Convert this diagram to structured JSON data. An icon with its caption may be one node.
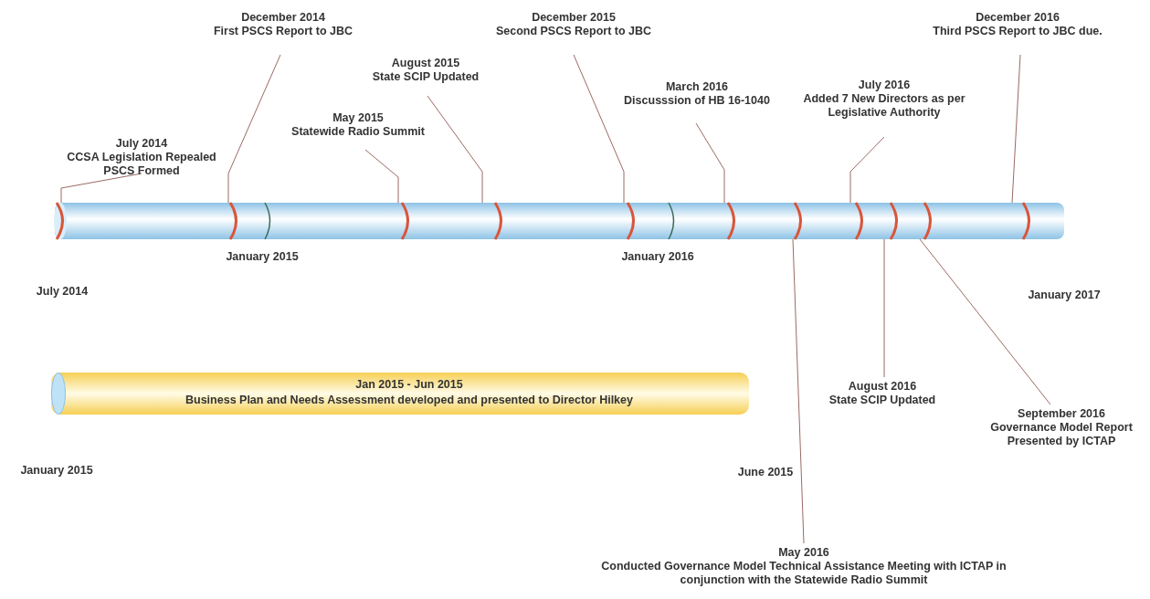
{
  "diagram": {
    "nodes": [
      {
        "text": [
          "July 2014",
          "CCSA Legislation Repealed PSCS Formed"
        ]
      },
      {
        "text": [
          "December 2014",
          "First PSCS Report to JBC"
        ]
      },
      {
        "text": [
          "December 2015",
          "Second PSCS Report to JBC"
        ]
      },
      {
        "text": [
          "December 2016",
          "Third PSCS Report to JBC due."
        ]
      },
      {
        "text": [
          "August 2015",
          "State SCIP Updated"
        ]
      },
      {
        "text": [
          "July 2016",
          "Added 7 New Directors as per Legislative Authority"
        ]
      },
      {
        "text": [
          "March 2016",
          "Discusssion of HB 16-1040"
        ]
      },
      {
        "text": [
          "May 2015",
          "Statewide Radio Summit"
        ]
      },
      {
        "text": [
          "Jan 2015 - Jun 2015",
          "Business Plan and Needs Assessment developed and presented to Director Hilkey"
        ]
      },
      {
        "text": [
          "August 2016",
          "State SCIP Updated"
        ]
      },
      {
        "text": [
          "September 2016",
          "Governance Model Report Presented by ICTAP"
        ]
      },
      {
        "text": [
          "May 2016",
          "Conducted Governance Model Technical Assistance Meeting with ICTAP in conjunction with the Statewide Radio Summit"
        ]
      }
    ],
    "edges": [
      {
        "from": 0,
        "to": null,
        "arrow": "none"
      },
      {
        "from": 1,
        "to": null,
        "arrow": "none"
      },
      {
        "from": 2,
        "to": null,
        "arrow": "none"
      },
      {
        "from": 3,
        "to": null,
        "arrow": "none"
      },
      {
        "from": 4,
        "to": null,
        "arrow": "none"
      },
      {
        "from": 5,
        "to": null,
        "arrow": "none"
      },
      {
        "from": 6,
        "to": null,
        "arrow": "none"
      },
      {
        "from": 7,
        "to": null,
        "arrow": "none"
      },
      {
        "from": 9,
        "to": null,
        "arrow": "none"
      },
      {
        "from": 10,
        "to": null,
        "arrow": "none"
      },
      {
        "from": 11,
        "to": null,
        "arrow": "none"
      }
    ],
    "labels": [
      "January 2015",
      "January 2016",
      "July 2014",
      "January 2017",
      "January 2015",
      "June 2015"
    ]
  }
}
